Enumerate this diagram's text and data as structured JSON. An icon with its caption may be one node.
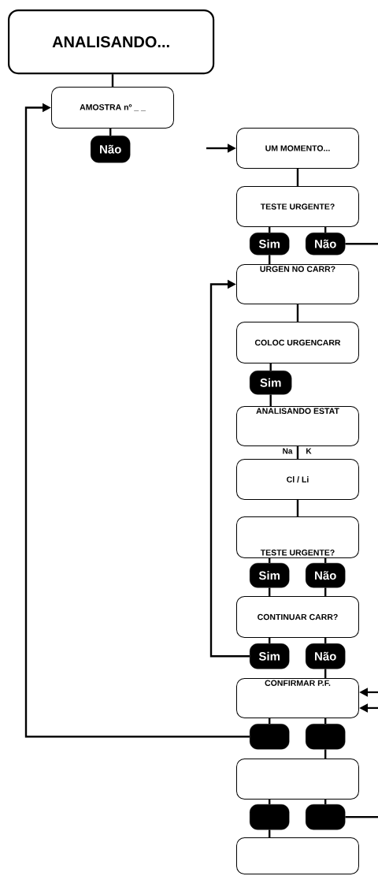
{
  "diagram": {
    "nodes": [
      {
        "text": [
          "ANALISANDO..."
        ]
      },
      {
        "text": [
          "AMOSTRA nº _ _"
        ]
      },
      {
        "text": [
          "Não"
        ]
      },
      {
        "text": [
          "UM MOMENTO..."
        ]
      },
      {
        "text": [
          "TESTE URGENTE?"
        ]
      },
      {
        "text": [
          "Sim"
        ]
      },
      {
        "text": [
          "Não"
        ]
      },
      {
        "text": [
          "URGEN NO CARR?"
        ]
      },
      {
        "text": [
          "COLOC URGENCARR"
        ]
      },
      {
        "text": [
          "Sim"
        ]
      },
      {
        "text": [
          "ANALISANDO ESTAT"
        ]
      },
      {
        "text": [
          "Cl / Li"
        ]
      },
      {
        "text": [
          "TESTE URGENTE?"
        ]
      },
      {
        "text": [
          "Sim"
        ]
      },
      {
        "text": [
          "Não"
        ]
      },
      {
        "text": [
          "CONTINUAR CARR?"
        ]
      },
      {
        "text": [
          "Sim"
        ]
      },
      {
        "text": [
          "Não"
        ]
      },
      {
        "text": [
          "CONFIRMAR P.F."
        ]
      },
      {
        "text": [],
        "shape": "box"
      },
      {
        "text": [],
        "shape": "box"
      },
      {
        "text": [],
        "shape": "box"
      },
      {
        "text": [],
        "shape": "box"
      },
      {
        "text": [],
        "shape": "box"
      },
      {
        "text": [],
        "shape": "box"
      }
    ],
    "edges": [
      {
        "from": 0,
        "to": 1,
        "arrow": "none"
      },
      {
        "from": 1,
        "to": 2,
        "arrow": "none"
      },
      {
        "from": null,
        "to": 3,
        "arrow": "to"
      },
      {
        "from": 3,
        "to": 4,
        "arrow": "none"
      },
      {
        "from": 4,
        "to": 5,
        "arrow": "none"
      },
      {
        "from": 4,
        "to": 6,
        "arrow": "none"
      },
      {
        "from": 6,
        "to": null,
        "arrow": "none"
      },
      {
        "from": 5,
        "to": 7,
        "arrow": "none"
      },
      {
        "from": 16,
        "to": 7,
        "arrow": "to"
      },
      {
        "from": 7,
        "to": 8,
        "arrow": "none"
      },
      {
        "from": 8,
        "to": 9,
        "arrow": "none"
      },
      {
        "from": 9,
        "to": 10,
        "arrow": "none"
      },
      {
        "from": 10,
        "to": 11,
        "arrow": "none"
      },
      {
        "from": 11,
        "to": 12,
        "arrow": "none"
      },
      {
        "from": 12,
        "to": 13,
        "arrow": "none"
      },
      {
        "from": 12,
        "to": 14,
        "arrow": "none"
      },
      {
        "from": 13,
        "to": 15,
        "arrow": "none"
      },
      {
        "from": 14,
        "to": 15,
        "arrow": "none"
      },
      {
        "from": 15,
        "to": 16,
        "arrow": "none"
      },
      {
        "from": 15,
        "to": 17,
        "arrow": "none"
      },
      {
        "from": 17,
        "to": 18,
        "arrow": "none"
      },
      {
        "from": null,
        "to": 18,
        "arrow": "to"
      },
      {
        "from": null,
        "to": 18,
        "arrow": "to"
      },
      {
        "from": 18,
        "to": 19,
        "arrow": "none"
      },
      {
        "from": 18,
        "to": 20,
        "arrow": "none"
      },
      {
        "from": 19,
        "to": 1,
        "arrow": "to"
      },
      {
        "from": 20,
        "to": 21,
        "arrow": "none"
      },
      {
        "from": 21,
        "to": 22,
        "arrow": "none"
      },
      {
        "from": 21,
        "to": 23,
        "arrow": "none"
      },
      {
        "from": 23,
        "to": null,
        "arrow": "none"
      },
      {
        "from": 22,
        "to": 24,
        "arrow": "none"
      }
    ],
    "labels": [
      "Na",
      "K"
    ]
  }
}
